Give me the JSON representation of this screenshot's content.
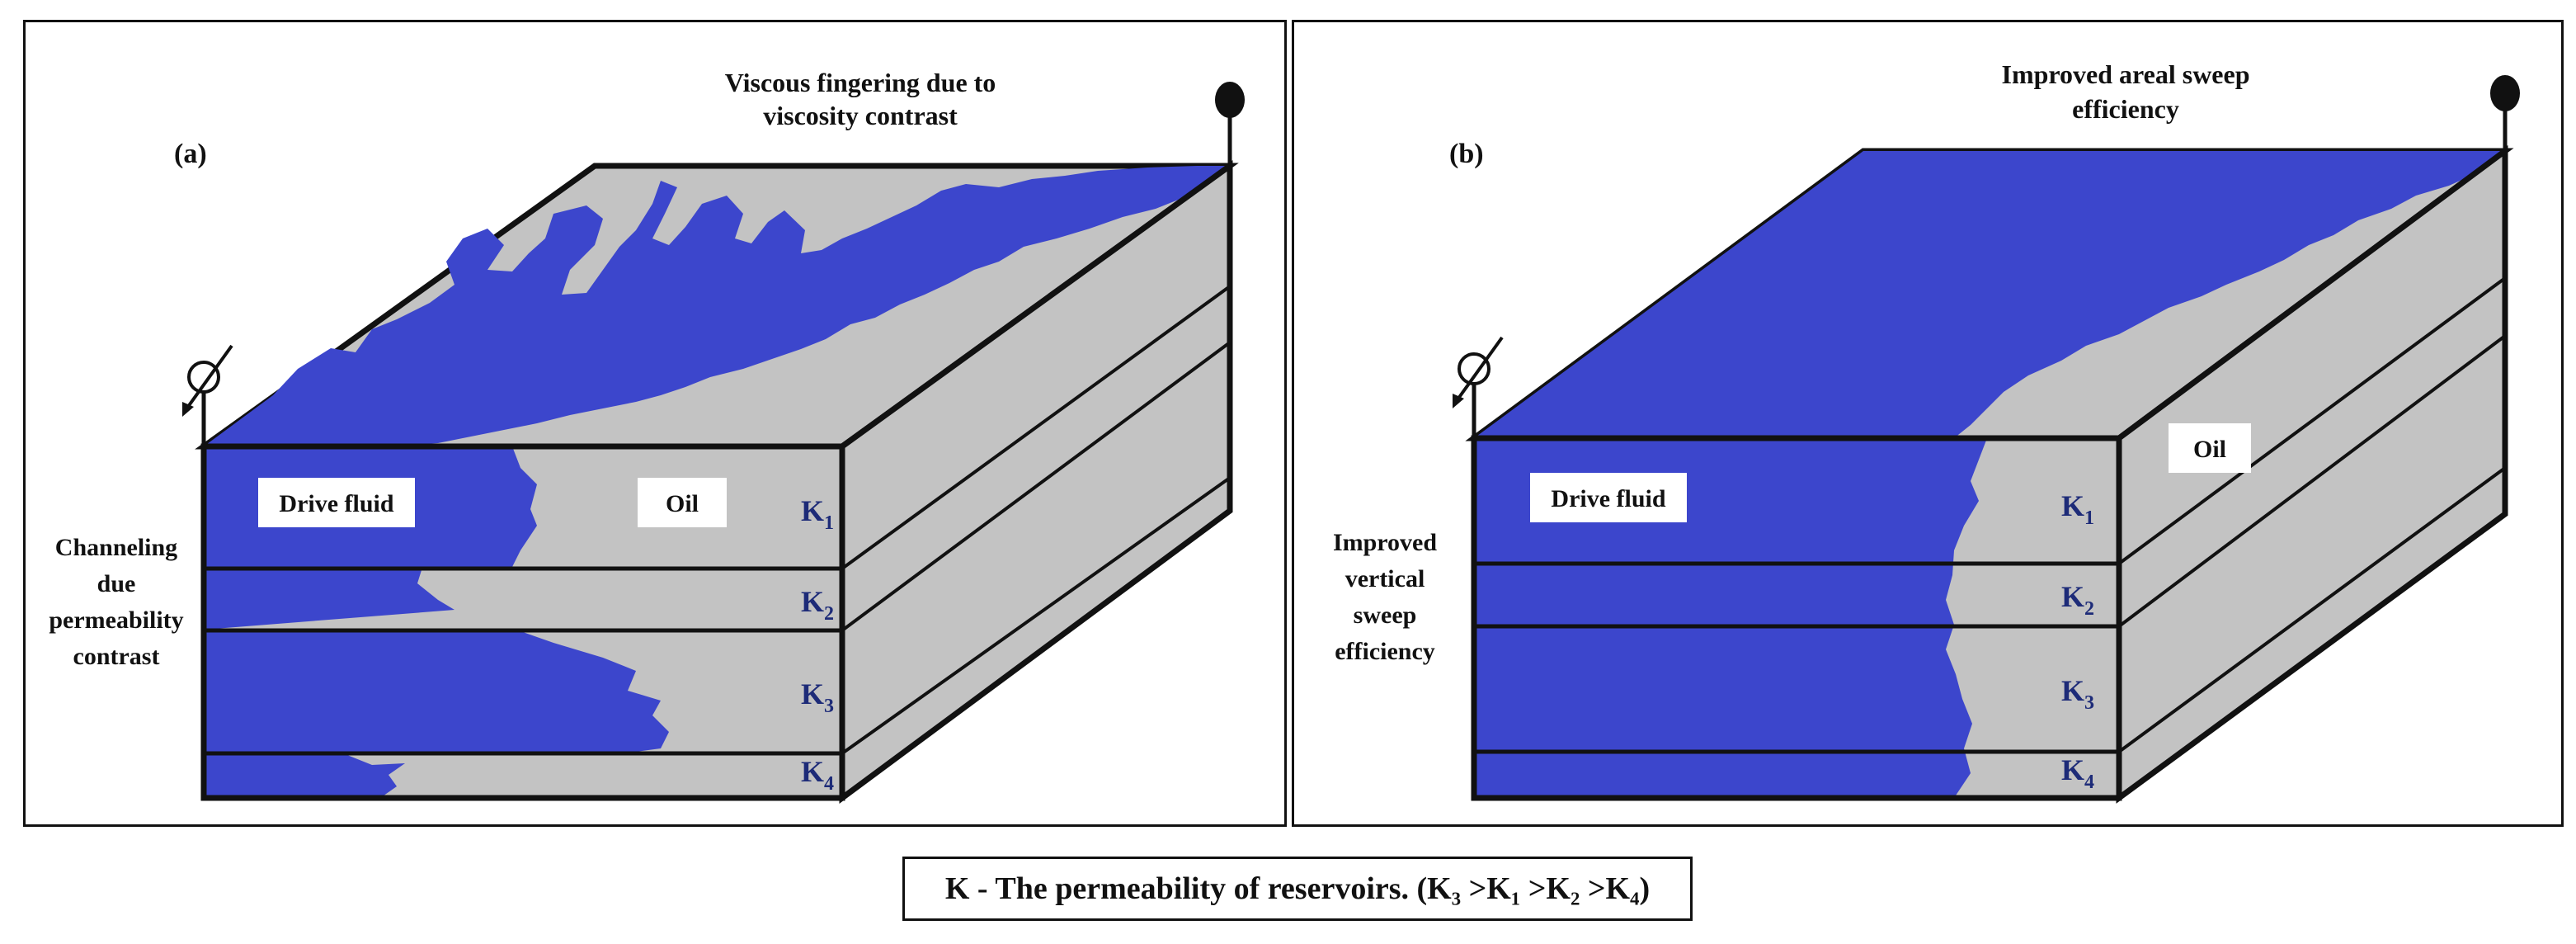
{
  "panel_a": {
    "label": "(a)",
    "top_caption_line1": "Viscous fingering due to",
    "top_caption_line2": "viscosity contrast",
    "side_caption_line1": "Channeling",
    "side_caption_line2": "due",
    "side_caption_line3": "permeability",
    "side_caption_line4": "contrast",
    "drive_fluid_label": "Drive fluid",
    "oil_label": "Oil",
    "layers": [
      {
        "k": "K",
        "sub": "1"
      },
      {
        "k": "K",
        "sub": "2"
      },
      {
        "k": "K",
        "sub": "3"
      },
      {
        "k": "K",
        "sub": "4"
      }
    ]
  },
  "panel_b": {
    "label": "(b)",
    "top_caption_line1": "Improved  areal sweep",
    "top_caption_line2": "efficiency",
    "side_caption_line1": "Improved",
    "side_caption_line2": "vertical",
    "side_caption_line3": "sweep",
    "side_caption_line4": "efficiency",
    "drive_fluid_label": "Drive fluid",
    "oil_label": "Oil",
    "layers": [
      {
        "k": "K",
        "sub": "1"
      },
      {
        "k": "K",
        "sub": "2"
      },
      {
        "k": "K",
        "sub": "3"
      },
      {
        "k": "K",
        "sub": "4"
      }
    ]
  },
  "legend": {
    "text": "K - The permeability  of reservoirs. (K₃ >K₁ >K₂ >K₄)"
  },
  "colors": {
    "drive_fluid": "#3c46cc",
    "oil": "#c3c3c3",
    "outline": "#111111",
    "k_label": "#1d2b78"
  }
}
